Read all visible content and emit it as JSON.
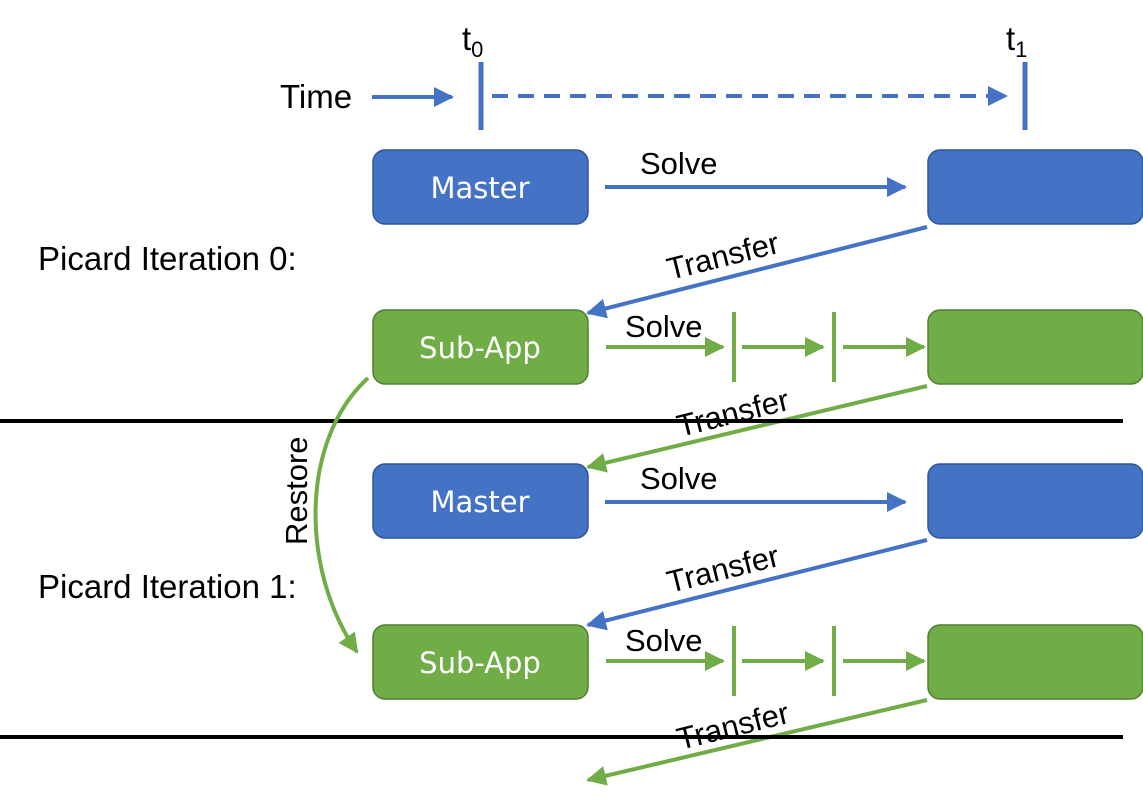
{
  "time": {
    "label": "Time",
    "start": "t",
    "start_sub": "0",
    "end": "t",
    "end_sub": "1"
  },
  "iterations": [
    {
      "label": "Picard Iteration 0:",
      "master": {
        "label": "Master",
        "end_label": ""
      },
      "master_solve": "Solve",
      "transfer_down": "Transfer",
      "subapp": {
        "label": "Sub-App",
        "end_label": ""
      },
      "subapp_solve": "Solve",
      "transfer_back": "Transfer"
    },
    {
      "label": "Picard Iteration 1:",
      "master": {
        "label": "Master",
        "end_label": ""
      },
      "master_solve": "Solve",
      "transfer_down": "Transfer",
      "subapp": {
        "label": "Sub-App",
        "end_label": ""
      },
      "subapp_solve": "Solve",
      "transfer_back": "Transfer"
    }
  ],
  "restore_label": "Restore",
  "colors": {
    "master": "#4472C4",
    "master_border": "#2F5597",
    "subapp": "#70AD47",
    "subapp_border": "#507E32",
    "separator": "#000000"
  }
}
